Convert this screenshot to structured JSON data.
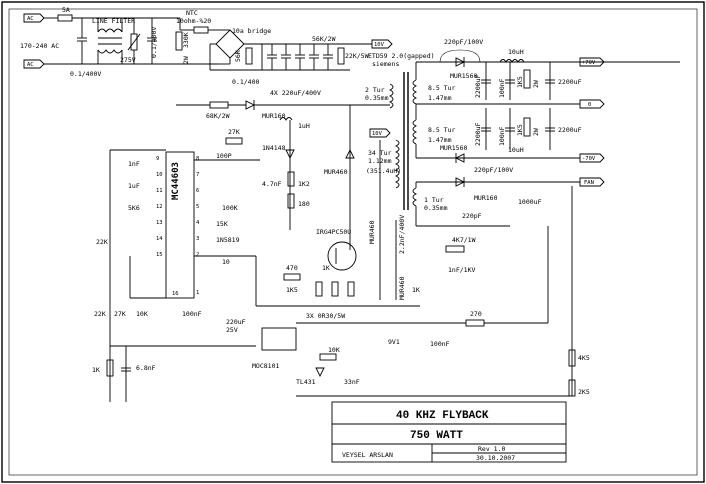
{
  "sheet": {
    "frame_color": "#000000",
    "background": "#ffffff"
  },
  "title_block": {
    "line1": "40 KHZ FLYBACK",
    "line2": "750 WATT",
    "author": "VEYSEL ARSLAN",
    "revision": "Rev 1.0",
    "date": "30.10.2007"
  },
  "ports": {
    "ac1": "AC",
    "ac2": "AC",
    "out_plus70": "+70V",
    "out_zero": "0",
    "out_minus70": "-70V",
    "out_fan": "FAN",
    "v10_a": "10V",
    "v10_b": "10V"
  },
  "labels": {
    "fuse": "5A",
    "mains": "170-240 AC",
    "line_filter": "LINE FILTER",
    "ntc": "NTC",
    "ntc_value": "10ohm-%20",
    "bridge": "10a bridge",
    "c_x": "0.1/400V",
    "varistor": "275V",
    "c_x2": "0.1/400V",
    "r330k": "330K",
    "r2w": "2W",
    "r56k": "56K",
    "r2w_b": "2W",
    "c_bus": "4X 220uF/400V",
    "c_bus2": "0.1/400",
    "r56k_2w": "56K/2W",
    "r22k_5w": "22K/5W",
    "transformer": "ETD59 2.0(gapped)",
    "transformer_mfr": "siemens",
    "pri_turns": "34 Tur",
    "pri_wire": "1.12mm",
    "pri_l": "(351.4uH)",
    "aux_turns": "2 Tur",
    "aux_wire": "0.35mm",
    "sec1_turns": "8.5 Tur",
    "sec1_wire": "1.47mm",
    "sec2_turns": "8.5 Tur",
    "sec2_wire": "1.47mm",
    "fan_turns": "1 Tur",
    "fan_wire": "0.35mm",
    "snub_c": "220pF/100V",
    "snub_c2": "220pF/100V",
    "snub_c3": "220pF",
    "d_mur1560_a": "MUR1560",
    "d_mur1560_b": "MUR1560",
    "d_mur160_fan": "MUR160",
    "l_10uh_a": "10uH",
    "l_10uh_b": "10uH",
    "c2200_a": "2200uF",
    "c2200_b": "2200uF",
    "c2200_c": "2200uF",
    "c2200_d": "2200uF",
    "c1000": "1000uF",
    "r_1k5_a": "1K5",
    "r_1k5_b": "1K5",
    "r_2w_out_a": "2W",
    "r_2w_out_b": "2W",
    "c_100n_out": "100nF",
    "c_100n_out2": "100nF",
    "r_68k": "68K/2W",
    "d_mur160": "MUR160",
    "l_1uh": "1uH",
    "r_27k": "27K",
    "c_100p": "100P",
    "d_1n4148": "1N4148",
    "c_4n7": "4.7nF",
    "r_1k2": "1K2",
    "r_180": "180",
    "d_mur460_a": "MUR460",
    "d_mur460_b": "MUR460",
    "d_mur460_c": "MUR460",
    "mosfet": "IRG4PC50U",
    "c_snub_pri": "2.2nF/400V",
    "ic": "MC44603",
    "c_1nf": "1nF",
    "c_1uf": "1uF",
    "r_5k6": "5K6",
    "r_100k": "100K",
    "r_15k": "15K",
    "d_1n5819": "1N5819",
    "r_10": "10",
    "r_22k": "22K",
    "r_22k_b": "22K",
    "r_27k_b": "27K",
    "r_10k": "10K",
    "c_100nf": "100nF",
    "c_220uf": "220uF",
    "c_25v": "25V",
    "r_470": "470",
    "r_1k": "1K",
    "r_1k5": "1K5",
    "r_sense": "3X 0R30/5W",
    "r_1k_b": "1K",
    "r_1k_c": "1K",
    "r_4k7": "4K7/1W",
    "c_1nf_1kv": "1nF/1KV",
    "r_270": "270",
    "z_9v1": "9V1",
    "c_100nf_b": "100nF",
    "opto": "MOC8101",
    "r_10k_b": "10K",
    "tl431": "TL431",
    "c_33nf": "33nF",
    "c_6n8": "6.8nF",
    "r_4k5": "4K5",
    "r_2k5": "2K5",
    "pin_16": "16",
    "pin_1": "1"
  }
}
